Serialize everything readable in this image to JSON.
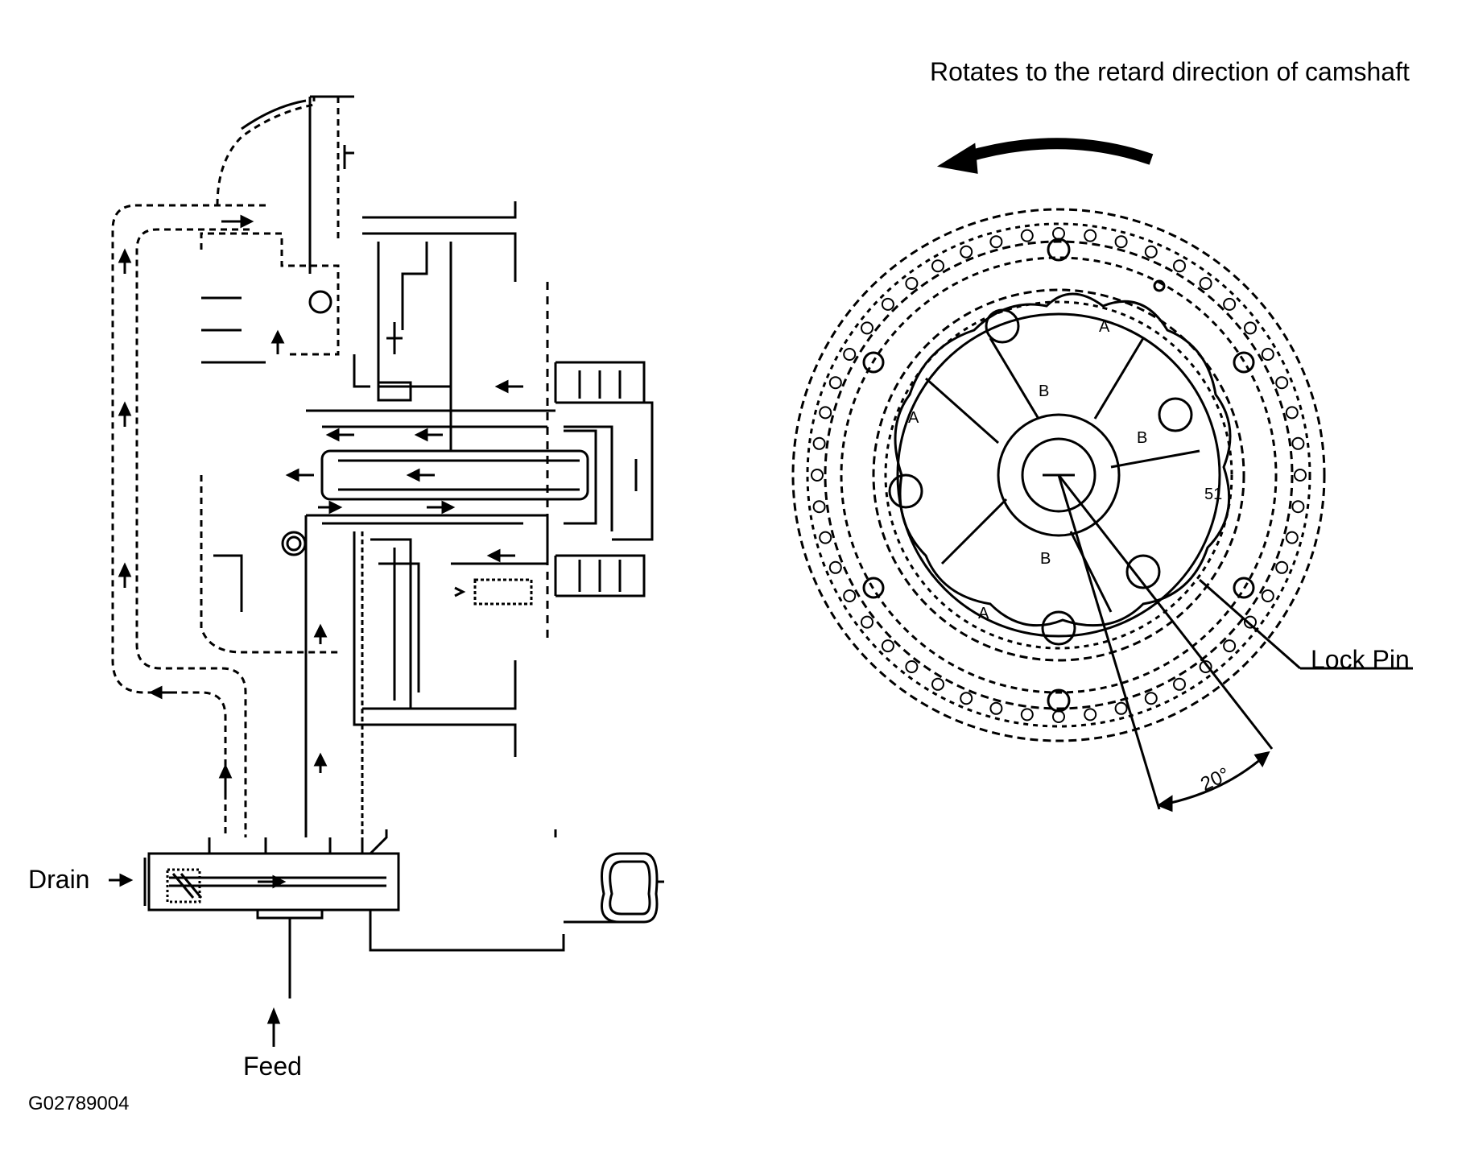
{
  "labels": {
    "rotation_caption": "Rotates to the retard direction of camshaft",
    "lock_pin": "Lock Pin",
    "angle": "20°",
    "drain": "Drain",
    "feed": "Feed",
    "figure_id": "G02789004"
  },
  "rotor_marks": {
    "a": "A",
    "b": "B",
    "num1": "51"
  },
  "colors": {
    "ink": "#000000",
    "background": "#ffffff"
  }
}
